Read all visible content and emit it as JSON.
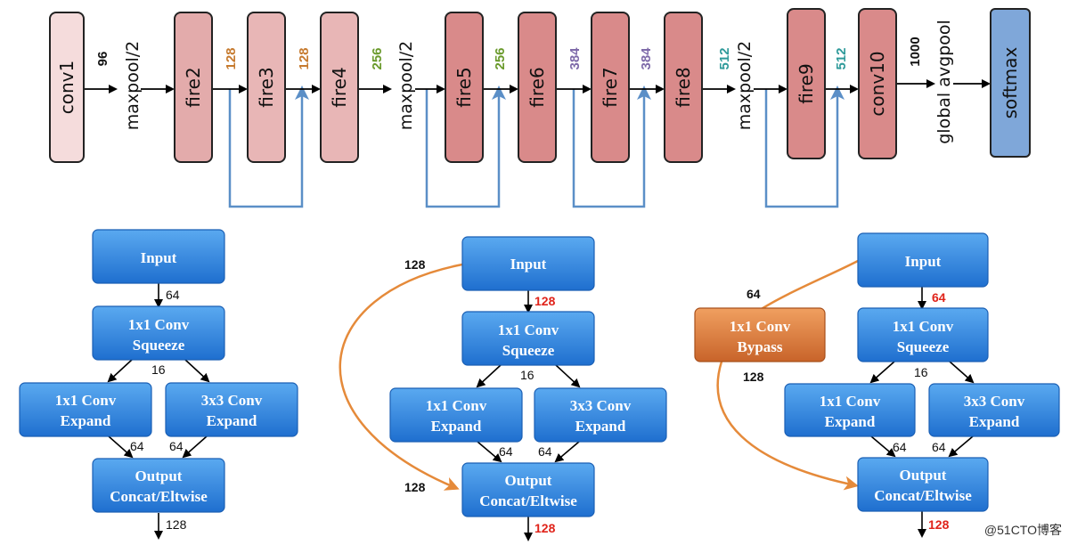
{
  "top": {
    "layers": {
      "conv1": "conv1",
      "fire2": "fire2",
      "fire3": "fire3",
      "fire4": "fire4",
      "fire5": "fire5",
      "fire6": "fire6",
      "fire7": "fire7",
      "fire8": "fire8",
      "fire9": "fire9",
      "conv10": "conv10",
      "softmax": "softmax"
    },
    "ops": {
      "maxpool_a": "maxpool/2",
      "maxpool_b": "maxpool/2",
      "maxpool_c": "maxpool/2",
      "global_avgpool": "global avgpool"
    },
    "channels": {
      "c96": "96",
      "c128a": "128",
      "c128b": "128",
      "c256a": "256",
      "c256b": "256",
      "c384a": "384",
      "c384b": "384",
      "c512a": "512",
      "c512b": "512",
      "c1000": "1000"
    }
  },
  "panel_a": {
    "input": "Input",
    "squeeze_1": "1x1 Conv",
    "squeeze_2": "Squeeze",
    "expand1_1": "1x1 Conv",
    "expand1_2": "Expand",
    "expand3_1": "3x3 Conv",
    "expand3_2": "Expand",
    "output_1": "Output",
    "output_2": "Concat/Eltwise",
    "n_in": "64",
    "n_sq": "16",
    "n_e1": "64",
    "n_e3": "64",
    "n_out": "128"
  },
  "panel_b": {
    "input": "Input",
    "squeeze_1": "1x1 Conv",
    "squeeze_2": "Squeeze",
    "expand1_1": "1x1 Conv",
    "expand1_2": "Expand",
    "expand3_1": "3x3 Conv",
    "expand3_2": "Expand",
    "output_1": "Output",
    "output_2": "Concat/Eltwise",
    "n_in": "128",
    "n_sq": "16",
    "n_e1": "64",
    "n_e3": "64",
    "n_out": "128",
    "bypass_top": "128",
    "bypass_bottom": "128"
  },
  "panel_c": {
    "input": "Input",
    "bypass_1": "1x1 Conv",
    "bypass_2": "Bypass",
    "squeeze_1": "1x1 Conv",
    "squeeze_2": "Squeeze",
    "expand1_1": "1x1 Conv",
    "expand1_2": "Expand",
    "expand3_1": "3x3 Conv",
    "expand3_2": "Expand",
    "output_1": "Output",
    "output_2": "Concat/Eltwise",
    "n_in": "64",
    "n_sq": "16",
    "n_e1": "64",
    "n_e3": "64",
    "n_out": "128",
    "bypass_in": "64",
    "bypass_out": "128"
  },
  "watermark": "@51CTO博客",
  "colors": {
    "conv1": "#f5dcdc",
    "fire_light": "#e8b6b6",
    "fire_dark": "#d98a8a",
    "softmax": "#7fa7d9",
    "skip_line": "#5b8fc7",
    "bypass_orange": "#e58a3a",
    "c128": "#c67a2e",
    "c256": "#6a9a2c",
    "c384": "#7e6aa9",
    "c512": "#2e9a9a",
    "red_num": "#e0231a"
  }
}
